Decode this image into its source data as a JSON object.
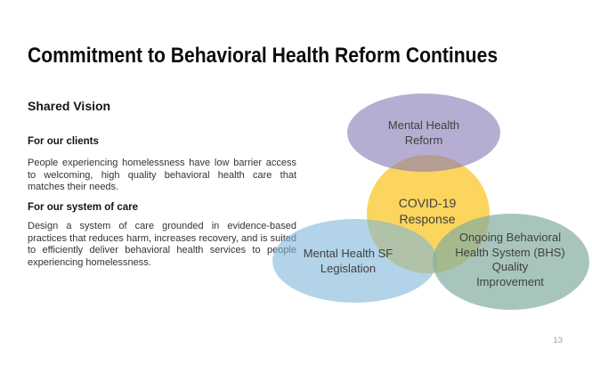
{
  "slide": {
    "title": "Commitment to Behavioral Health Reform Continues",
    "page_number": "13"
  },
  "left_panel": {
    "heading": "Shared Vision",
    "sections": [
      {
        "heading": "For our clients",
        "body": "People experiencing homelessness have low barrier access to welcoming, high quality behavioral health care that matches their needs."
      },
      {
        "heading": "For our system of care",
        "body": "Design a system of care grounded in evidence-based practices that reduces harm, increases recovery, and is suited to efficiently deliver behavioral health services to people experiencing homelessness."
      }
    ]
  },
  "venn": {
    "label_color": "#3f3f3f",
    "top": {
      "label": "Mental Health\nReform",
      "fill": "rgba(133,120,180,0.6)",
      "solid_hex": "#b6aed2"
    },
    "center": {
      "label": "COVID-19\nResponse",
      "fill": "#fbd55e",
      "solid_hex": "#fbd55e"
    },
    "bottom_left": {
      "label": "Mental Health SF\nLegislation",
      "fill": "rgba(127,182,217,0.6)",
      "solid_hex": "#b2d3e8"
    },
    "bottom_right": {
      "label": "Ongoing Behavioral\nHealth System (BHS)\nQuality\nImprovement",
      "fill": "rgba(129,172,159,0.7)",
      "solid_hex": "#a7c5bc"
    }
  }
}
